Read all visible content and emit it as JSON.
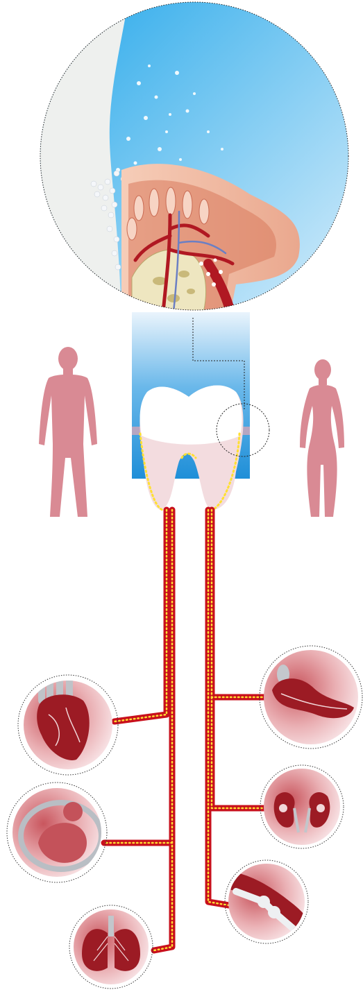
{
  "diagram": {
    "topic_icons": {
      "magnified_view": "gum-tissue-cross-section-with-bacteria",
      "left_figure": "male-body-silhouette",
      "right_figure": "female-body-silhouette",
      "center": "molar-tooth"
    },
    "left_organs": [
      "heart-icon",
      "fetus-in-womb-icon",
      "lungs-icon"
    ],
    "right_organs": [
      "pancreas-icon",
      "kidneys-icon",
      "joint-bone-icon"
    ],
    "colors": {
      "vessel_red": "#c8101c",
      "vessel_dots": "#ffe033",
      "body_pink": "#d88a94",
      "water_blue": "#2f9be0",
      "gum_pink": "#f0b8a0",
      "organ_red": "#9c1b24"
    }
  }
}
